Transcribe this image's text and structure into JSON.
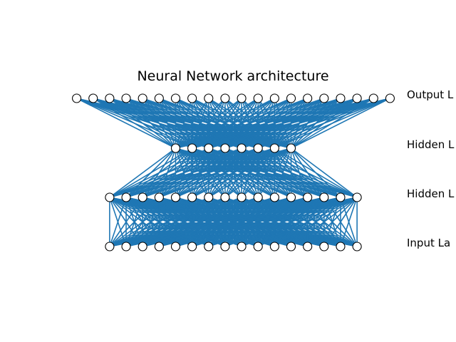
{
  "title": "Neural Network architecture",
  "layers": [
    {
      "label": "Output L",
      "nodes": 20
    },
    {
      "label": "Hidden L",
      "nodes": 8
    },
    {
      "label": "Hidden L",
      "nodes": 16
    },
    {
      "label": "Input La",
      "nodes": 16
    }
  ],
  "colors": {
    "edge": "#1f77b4",
    "node_fill": "#ffffff",
    "node_stroke": "#000000"
  }
}
